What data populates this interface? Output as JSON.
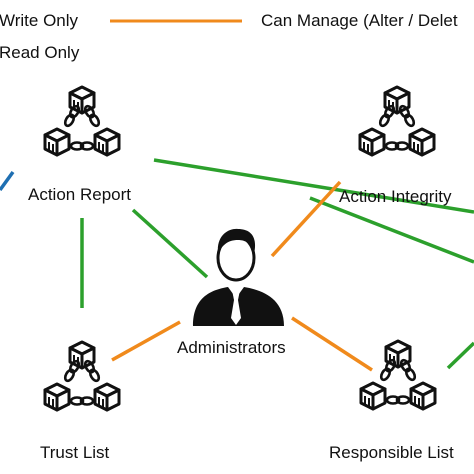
{
  "legend": {
    "write_only": "Write Only",
    "can_manage": "Can Manage (Alter / Delet",
    "read_only": "Read Only"
  },
  "nodes": {
    "action_report": "Action Report",
    "action_integrity": "Action Integrity",
    "trust_list": "Trust List",
    "responsible_list": "Responsible List",
    "administrators": "Administrators"
  },
  "colors": {
    "write_only": "#1f6fb2",
    "can_manage": "#f08a1c",
    "read_only": "#2ca02c",
    "icon": "#111111",
    "text": "#111111"
  },
  "icons": {
    "blockchain": "blockchain-icon",
    "administrator": "administrator-person-icon"
  }
}
